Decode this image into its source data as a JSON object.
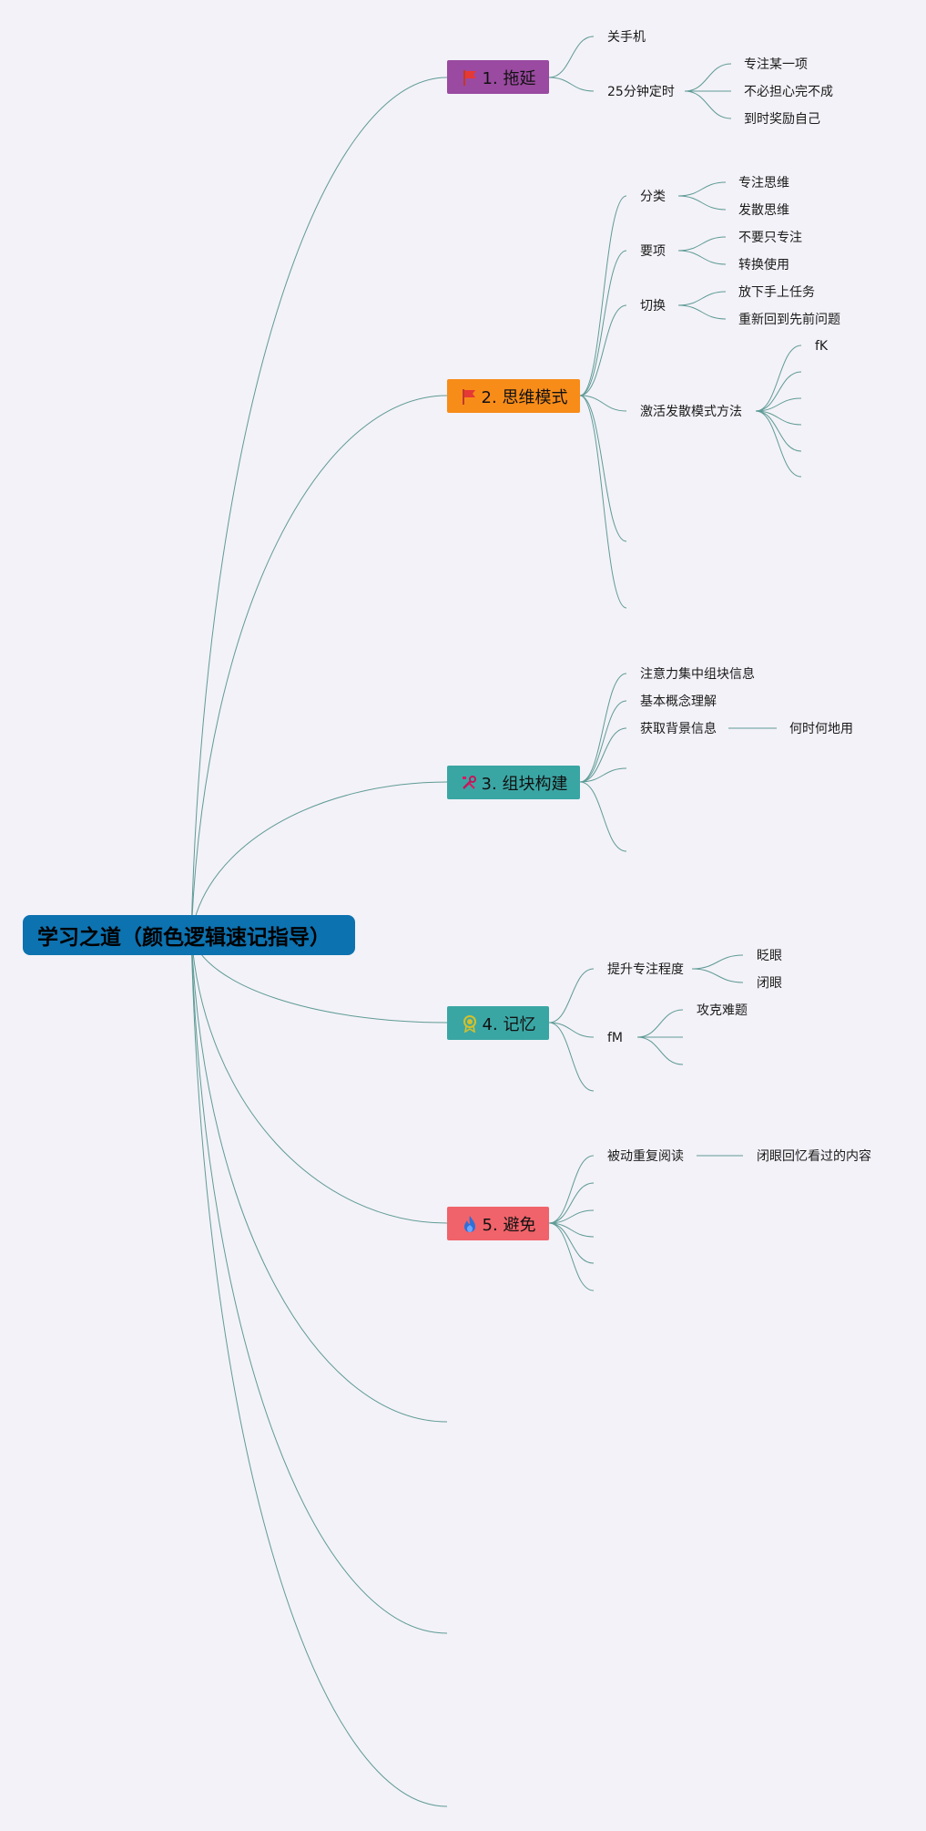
{
  "colors": {
    "line": "#5f9b96",
    "root_bg": "#0d72b0",
    "branch1": "#9a4aa0",
    "branch2": "#f88c19",
    "branch3": "#3aa6a4",
    "branch4": "#3aa6a4",
    "branch5": "#f0636a"
  },
  "root": {
    "title": "学习之道（颜色逻辑速记指导）"
  },
  "branches": [
    {
      "label": "1. 拖延",
      "icon": "red-flag-icon"
    },
    {
      "label": "2. 思维模式",
      "icon": "red-flag-icon"
    },
    {
      "label": "3. 组块构建",
      "icon": "tools-icon"
    },
    {
      "label": "4. 记忆",
      "icon": "award-badge-icon"
    },
    {
      "label": "5. 避免",
      "icon": "flame-icon"
    }
  ],
  "nodes": {
    "n_phone": "关手机",
    "n_timer": "25分钟定时",
    "n_focus_one": "专注某一项",
    "n_no_worry": "不必担心完不成",
    "n_reward": "到时奖励自己",
    "n_category": "分类",
    "n_focus_mode": "专注思维",
    "n_diffuse_mode": "发散思维",
    "n_keypoints": "要项",
    "n_not_only_focus": "不要只专注",
    "n_switch_use": "转换使用",
    "n_switch": "切换",
    "n_put_down": "放下手上任务",
    "n_return": "重新回到先前问题",
    "n_activate": "激活发散模式方法",
    "n_fk": "fK",
    "n_attention": "注意力集中组块信息",
    "n_basic": "基本概念理解",
    "n_background": "获取背景信息",
    "n_when_where": "何时何地用",
    "n_improve_focus": "提升专注程度",
    "n_blink": "眨眼",
    "n_close_eyes": "闭眼",
    "n_fm": "fM",
    "n_tackle": "攻克难题",
    "n_passive_reread": "被动重复阅读",
    "n_recall": "闭眼回忆看过的内容"
  }
}
